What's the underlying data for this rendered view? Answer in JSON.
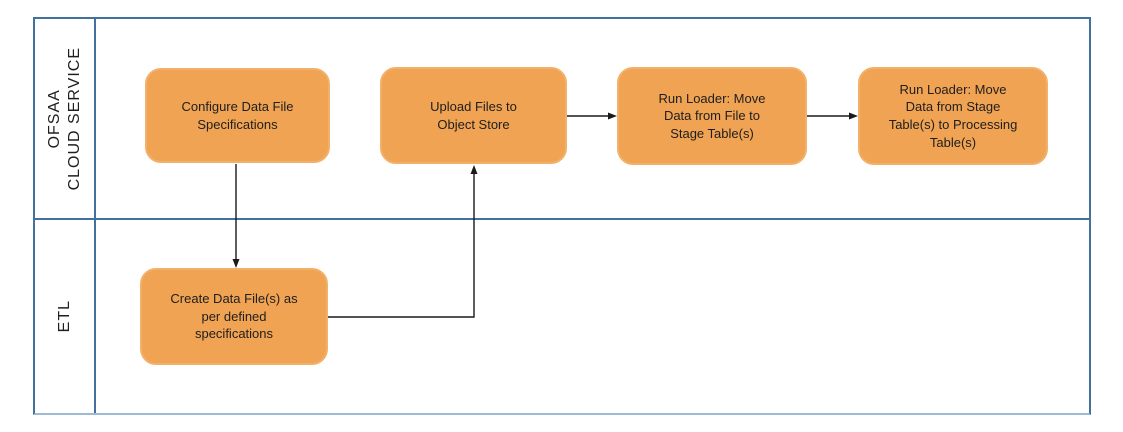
{
  "colors": {
    "frame-line": "#41719C",
    "frame-bottom": "#9FB9D0",
    "node-fill": "#F0A352",
    "node-border": "#F2B16A",
    "arrow": "#1A1A1A",
    "text": "#1E1E1E"
  },
  "lanes": [
    {
      "id": "ofsaa-cloud-service",
      "label": "OFSAA\nCLOUD SERVICE"
    },
    {
      "id": "etl",
      "label": "ETL"
    }
  ],
  "nodes": [
    {
      "id": "configure-data-file-specs",
      "lane": "ofsaa-cloud-service",
      "label": "Configure Data File\nSpecifications"
    },
    {
      "id": "upload-files-object-store",
      "lane": "ofsaa-cloud-service",
      "label": "Upload Files to\nObject Store"
    },
    {
      "id": "run-loader-file-to-stage",
      "lane": "ofsaa-cloud-service",
      "label": "Run Loader: Move\nData from File to\nStage Table(s)"
    },
    {
      "id": "run-loader-stage-to-processing",
      "lane": "ofsaa-cloud-service",
      "label": "Run Loader: Move\nData from Stage\nTable(s) to Processing\nTable(s)"
    },
    {
      "id": "create-data-files",
      "lane": "etl",
      "label": "Create Data File(s) as\nper defined\nspecifications"
    }
  ],
  "edges": [
    {
      "from": "configure-data-file-specs",
      "to": "create-data-files"
    },
    {
      "from": "create-data-files",
      "to": "upload-files-object-store"
    },
    {
      "from": "upload-files-object-store",
      "to": "run-loader-file-to-stage"
    },
    {
      "from": "run-loader-file-to-stage",
      "to": "run-loader-stage-to-processing"
    }
  ]
}
